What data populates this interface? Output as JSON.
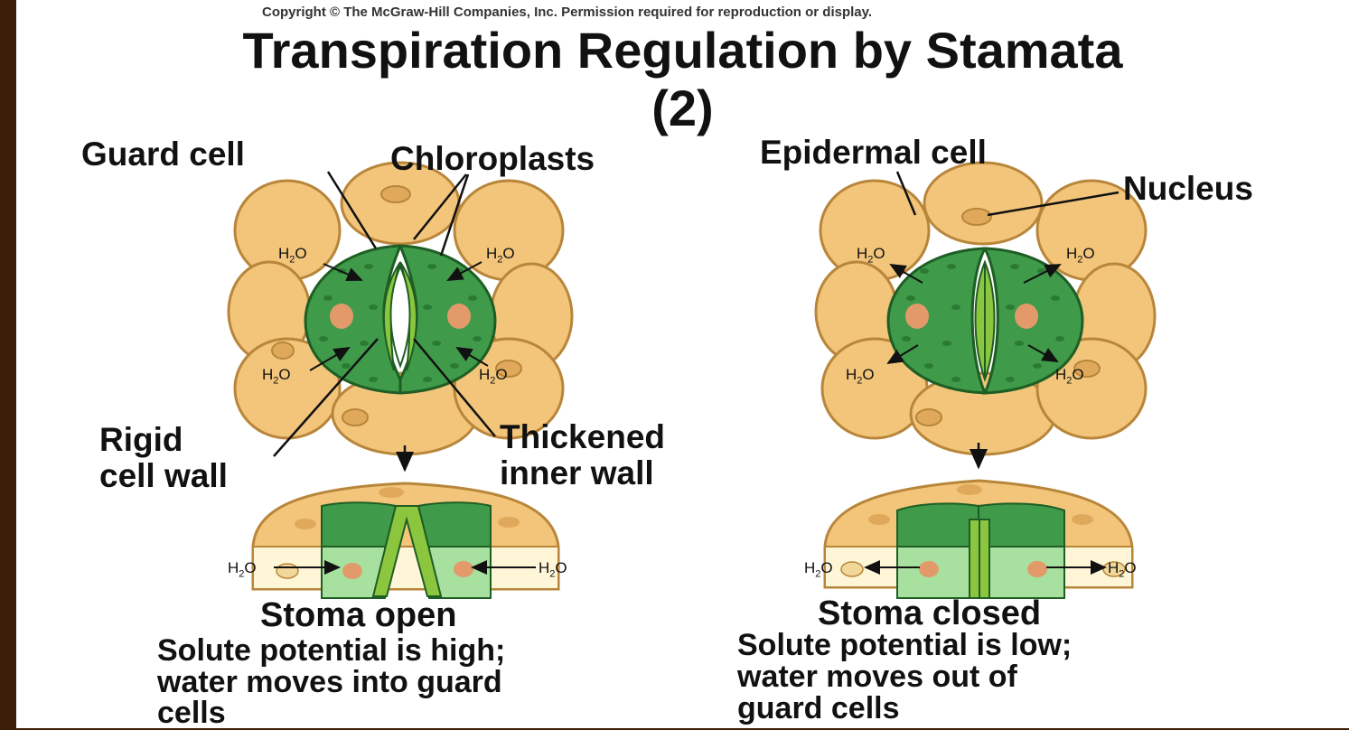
{
  "header": {
    "copyright": "Copyright © The McGraw-Hill Companies, Inc. Permission required for reproduction or display.",
    "title_line1": "Transpiration Regulation by Stamata",
    "title_line2": "(2)"
  },
  "labels": {
    "guard_cell": "Guard cell",
    "chloroplasts": "Chloroplasts",
    "epidermal_cell": "Epidermal cell",
    "nucleus": "Nucleus",
    "rigid_line1": "Rigid",
    "rigid_line2": "cell wall",
    "thick_line1": "Thickened",
    "thick_line2": "inner wall",
    "water_main": "H",
    "water_sub": "2",
    "water_end": "O"
  },
  "captions": {
    "open_title": "Stoma open",
    "open_line1": "Solute potential is high;",
    "open_line2": "water moves into guard",
    "open_line3": "cells",
    "closed_title": "Stoma closed",
    "closed_line1": "Solute potential is low;",
    "closed_line2": "water moves out of",
    "closed_line3": "guard cells"
  },
  "colors": {
    "frame": "#3a1e06",
    "epidermal": "#f2c57a",
    "epidermal_edge": "#b8863a",
    "guard": "#3f9a4a",
    "guard_dark": "#1e5e24",
    "chloroplast": "#2a7a34",
    "nucleus": "#e39a6a",
    "pore": "#ffffff",
    "inner_wall": "#8cc63f"
  },
  "water_direction": {
    "stoma_open": "into guard cells",
    "stoma_closed": "out of guard cells"
  }
}
